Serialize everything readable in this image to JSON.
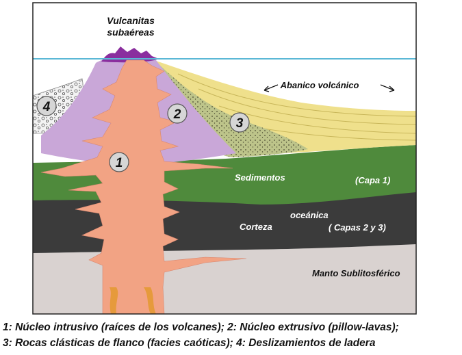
{
  "labels": {
    "subaerial_title_line1": "Vulcanitas",
    "subaerial_title_line2": "subaéreas",
    "fan": "Abanico volcánico",
    "sediments": "Sedimentos",
    "layer1": "(Capa 1)",
    "crust_word1": "Corteza",
    "crust_word2": "oceánica",
    "layers23": "( Capas  2 y 3)",
    "mantle": "Manto Sublitosférico"
  },
  "markers": [
    "1",
    "2",
    "3",
    "4"
  ],
  "caption": {
    "line1": "1: Núcleo intrusivo (raíces de los volcanes); 2: Núcleo extrusivo (pillow-lavas);",
    "line2": "3: Rocas clásticas de flanco (facies caóticas); 4: Deslizamientos de ladera"
  },
  "colors": {
    "mantle": "#d9d2d0",
    "crust": "#3b3b3b",
    "sediments": "#4f8a3c",
    "extrusive_core": "#c9a7d8",
    "intrusive_core": "#f2a384",
    "subaerial": "#8a2e9e",
    "fan": "#efe08c",
    "clastic": "#bdc48a",
    "sea_level": "#5bb8d6",
    "dikes": "#e69a3c"
  }
}
